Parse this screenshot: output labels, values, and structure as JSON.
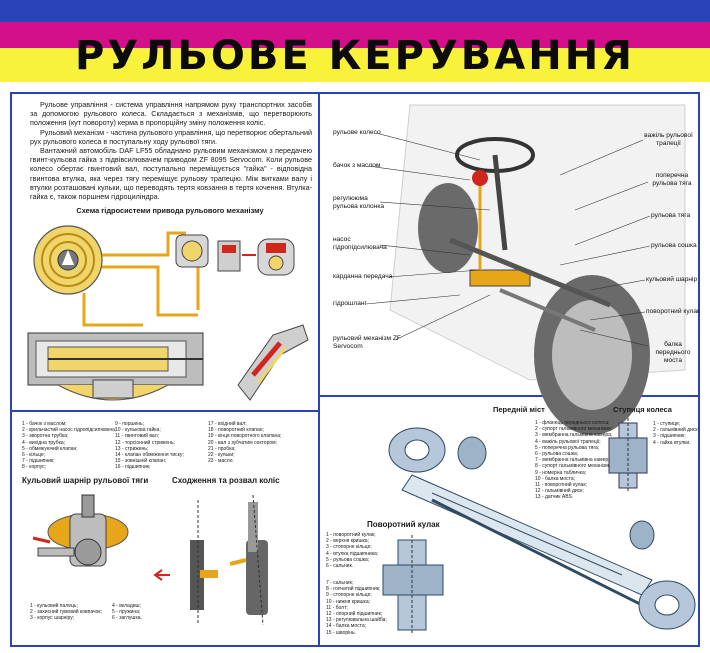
{
  "colors": {
    "blue": "#2a43b6",
    "yellow": "#f8f23a",
    "magenta": "#d40f8a",
    "orange": "#e7a61a",
    "red": "#d1261b"
  },
  "title": "РУЛЬОВЕ КЕРУВАННЯ",
  "intro": [
    "Рульове управління - система управління напрямом руху транспортних засобів за допомогою рульового колеса. Складається з механізмів, що перетворюють положення (кут повороту) керма в пропорційну зміну положення коліс.",
    "Рульовий механізм - частина рульового управління, що перетворює обертальний рух рульового колеса в поступальну ходу рульової тяги.",
    "Вантажний автомобіль DAF LF55 обладнано рульовим механізмом з передачею гвинт-кульова гайка з підвівсилювачем приводом ZF 8095 Servocom. Коли рульове колесо обертає гвинтовий вал, поступально переміщується \"гайка\" - відповідна гвинтова втулка, яка через тягу переміщує рульову трапецію. Між витками валу і втулки розташовані кульки, що переводять тертя ковзання в тертя кочення. Втулка-гайка є, також поршнем гідроциліндра."
  ],
  "hydro": {
    "title": "Схема гідросистеми привода рульового механізму",
    "legend_col1": [
      "1 - бачок з маслом;",
      "2 - крильчастий насос гідропідсилювача;",
      "3 - зворотна трубка;",
      "4 - вихідна трубка;",
      "5 - обмежуючий клапан;",
      "6 - кільце;",
      "7 - підшипник;",
      "8 - корпус;"
    ],
    "legend_col2": [
      "9 - поршень;",
      "10 - кулькова гайка;",
      "11 - гвинтовий вал;",
      "12 - торсіонний стрижень;",
      "13 - стрижень;",
      "14 - клапан обмеження тиску;",
      "15 - зовнішній клапан;",
      "16 - підшипник;"
    ],
    "legend_col3": [
      "17 - вхідний вал;",
      "18 - поворотний клапан;",
      "19 - кінця поворотного клапана;",
      "20 - вал з зубчатим сектором;",
      "21 - пробка;",
      "22 - кульки;",
      "23 - масло."
    ]
  },
  "ball_joint": {
    "title": "Кульовий шарнір рульової тяги",
    "legend": [
      "1 - кульовий палець;",
      "2 - захисний гумовий ковпачок;",
      "3 - корпус шарніру;",
      "4 - вкладиш;",
      "5 - пружина;",
      "6 - заглушка."
    ]
  },
  "toe_camber": {
    "title": "Сходження та розвал коліс"
  },
  "truck_callouts": {
    "left": [
      "рульове колесо",
      "бачок з маслом",
      "регулююма рульова колонка",
      "насос гідропідсилювача",
      "карданна передача",
      "гідрошланг",
      "рульовий механізм ZF Servocom"
    ],
    "right": [
      "важіль рульової трапеції",
      "поперечна рульова тяга",
      "рульова тяга",
      "рульова сошка",
      "кульовий шарнір",
      "поворотний кулак",
      "балка переднього моста"
    ]
  },
  "front_axle": {
    "title": "Передній міст",
    "legend": [
      "1 - фланець переднього колеса;",
      "2 - супорт гальмівного механізму;",
      "3 - мембранна гальмівна камера;",
      "4 - важіль рульової трапеції;",
      "5 - поперечна рульова тяга;",
      "6 - рульова сошка;",
      "7 - мембранна гальмівна камера;",
      "8 - супорт гальмівного механізму;",
      "9 - номерна табличка;",
      "10 - балка моста;",
      "11 - поворотний кулак;",
      "12 - гальмівний диск;",
      "13 - датчик ABS."
    ]
  },
  "hub": {
    "title": "Ступиця колеса",
    "legend": [
      "1 - ступиця;",
      "2 - гальмівний диск;",
      "3 - підшипник;",
      "4 - гайка втулки."
    ]
  },
  "knuckle": {
    "title": "Поворотний кулак",
    "legend1": [
      "1 - поворотний кулак;",
      "2 - верхня кришка;",
      "3 - стопорне кільце;",
      "4 - втулка підшипника;",
      "5 - рульова сошка;",
      "6 - сальник."
    ],
    "legend2": [
      "7 - сальник;",
      "8 - голчатий підшипник;",
      "9 - стопорне кільце;",
      "10 - нижня кришка;",
      "11 - болт;",
      "12 - опорний підшипник;",
      "13 - регулювальна шайба;",
      "14 - балка моста;",
      "15 - шворінь."
    ]
  }
}
